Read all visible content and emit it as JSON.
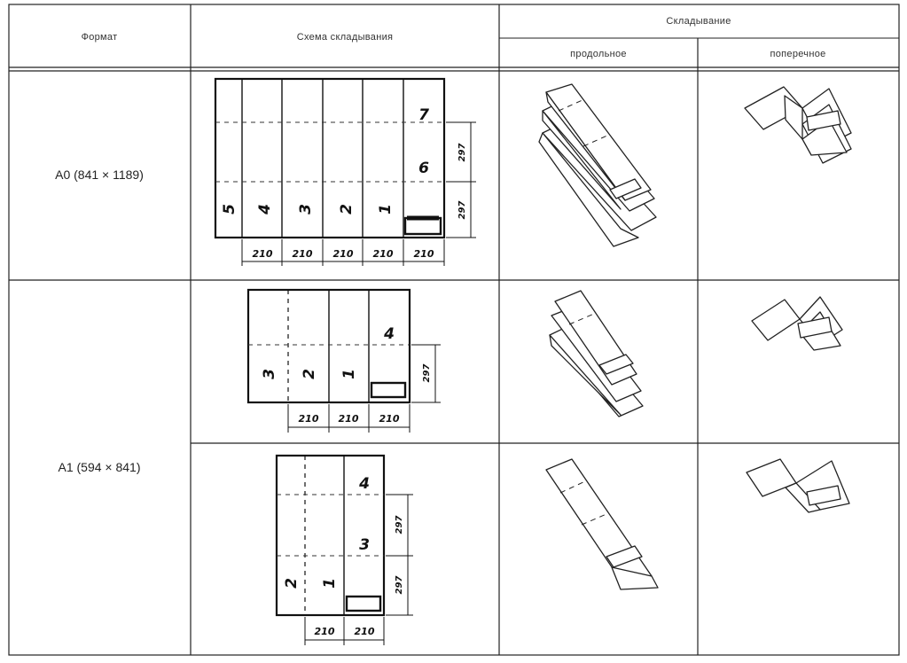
{
  "table": {
    "header": {
      "format": "Формат",
      "scheme": "Схема складывания",
      "folding": "Складывание",
      "longitudinal": "продольное",
      "transverse": "поперечное"
    },
    "rows": [
      {
        "format_label": "A0 (841 × 1189)",
        "schemes": [
          {
            "numbers": [
              "7",
              "6",
              "5",
              "4",
              "3",
              "2",
              "1"
            ],
            "widths": [
              "210",
              "210",
              "210",
              "210",
              "210"
            ],
            "heights": [
              "297",
              "297"
            ]
          }
        ]
      },
      {
        "format_label": "A1 (594 × 841)",
        "schemes": [
          {
            "numbers": [
              "4",
              "3",
              "2",
              "1"
            ],
            "widths": [
              "210",
              "210",
              "210"
            ],
            "heights": [
              "297"
            ]
          },
          {
            "numbers": [
              "4",
              "3",
              "2",
              "1"
            ],
            "widths": [
              "210",
              "210"
            ],
            "heights": [
              "297",
              "297"
            ]
          }
        ]
      }
    ]
  }
}
